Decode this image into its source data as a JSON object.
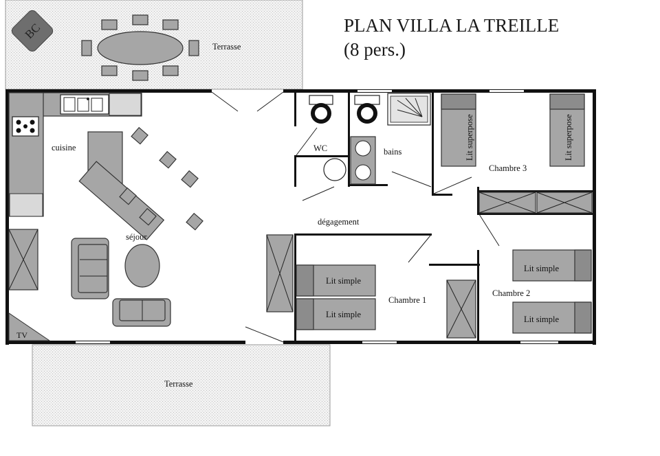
{
  "title": {
    "line1": "PLAN VILLA  LA TREILLE",
    "line2": "(8 pers.)"
  },
  "badge": {
    "text": "BC"
  },
  "labels": {
    "terrasse_top": "Terrasse",
    "terrasse_bottom": "Terrasse",
    "cuisine": "cuisine",
    "sejour": "séjour",
    "tv": "TV",
    "wc": "WC",
    "bains": "bains",
    "degagement": "dégagement",
    "chambre1": "Chambre 1",
    "chambre2": "Chambre 2",
    "chambre3": "Chambre 3",
    "lit_simple_1": "Lit simple",
    "lit_simple_2": "Lit simple",
    "lit_simple_3": "Lit simple",
    "lit_simple_4": "Lit simple",
    "lit_superpose_1": "Lit superpose",
    "lit_superpose_2": "Lit superpose"
  },
  "colors": {
    "wall": "#111111",
    "furniture": "#a6a6a6",
    "terrace": "#efefef"
  }
}
